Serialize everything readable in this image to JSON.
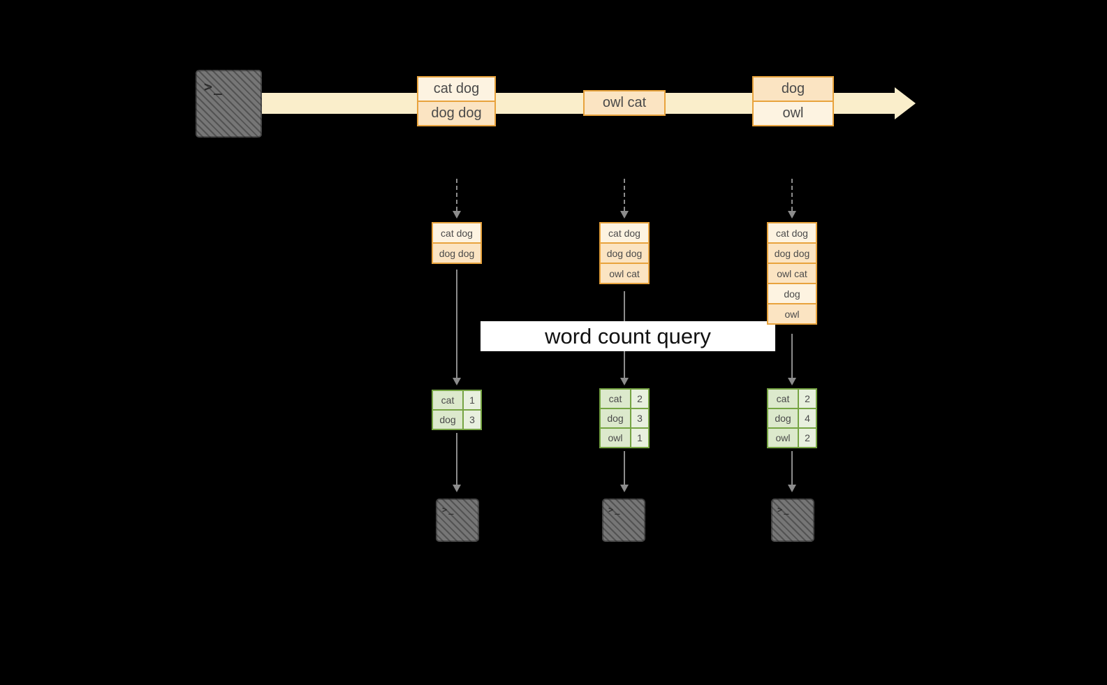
{
  "banner": {
    "label": "word count query"
  },
  "icons": {
    "terminal_glyph": ">_"
  },
  "stream": {
    "events": [
      {
        "lines": [
          "cat dog",
          "dog dog"
        ]
      },
      {
        "lines": [
          "owl cat"
        ]
      },
      {
        "lines": [
          "dog",
          "owl"
        ]
      }
    ]
  },
  "columns": [
    {
      "stack": [
        "cat dog",
        "dog dog"
      ],
      "counts": [
        {
          "word": "cat",
          "count": "1"
        },
        {
          "word": "dog",
          "count": "3"
        }
      ]
    },
    {
      "stack": [
        "cat dog",
        "dog dog",
        "owl cat"
      ],
      "counts": [
        {
          "word": "cat",
          "count": "2"
        },
        {
          "word": "dog",
          "count": "3"
        },
        {
          "word": "owl",
          "count": "1"
        }
      ]
    },
    {
      "stack": [
        "cat dog",
        "dog dog",
        "owl cat",
        "dog",
        "owl"
      ],
      "counts": [
        {
          "word": "cat",
          "count": "2"
        },
        {
          "word": "dog",
          "count": "4"
        },
        {
          "word": "owl",
          "count": "2"
        }
      ]
    }
  ],
  "colors": {
    "background": "#000000",
    "stream_band": "#faeecb",
    "box_border": "#e8a33d",
    "box_fill_light": "#fdf3e1",
    "box_fill_dark": "#fbe4c2",
    "table_border": "#76a443",
    "table_fill": "#dce9cc",
    "arrow": "#8c8c8c",
    "terminal": "#767676"
  }
}
